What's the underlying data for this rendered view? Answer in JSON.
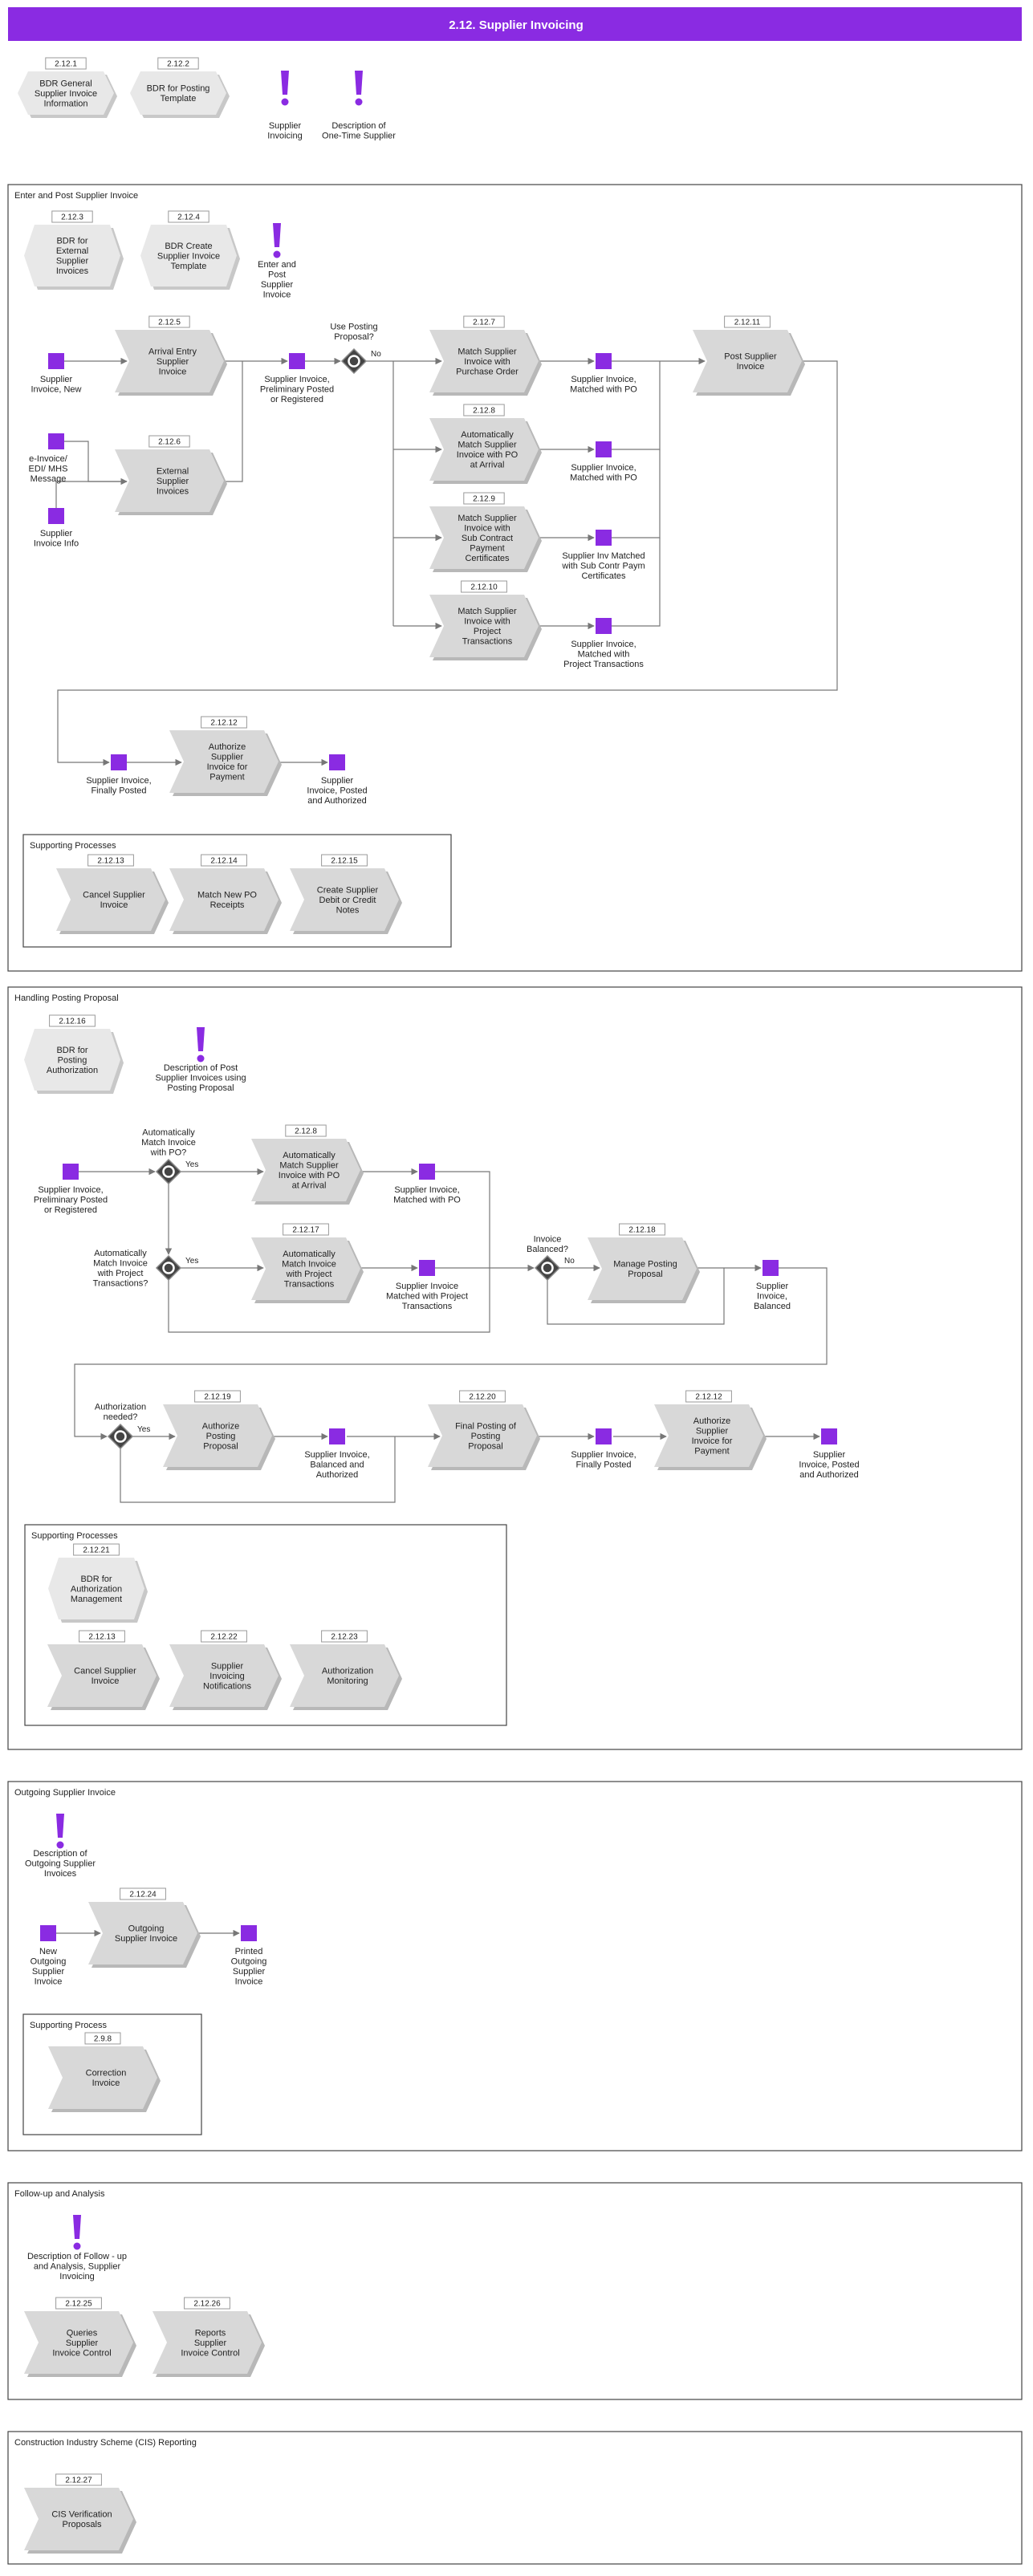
{
  "title": "2.12. Supplier Invoicing",
  "colors": {
    "banner": "#8a2be2",
    "banner_text": "#ffffff",
    "event": "#8a2be2",
    "exclaim": "#8a2be2",
    "process_fill": "#d8d8d8",
    "bdr_fill": "#e8e8e8",
    "line": "#777777",
    "section_border": "#444444"
  },
  "top": {
    "items": [
      {
        "code": "2.12.1",
        "text": [
          "BDR General",
          "Supplier Invoice",
          "Information"
        ]
      },
      {
        "code": "2.12.2",
        "text": [
          "BDR for Posting",
          "Template"
        ]
      }
    ],
    "notes": [
      {
        "text": [
          "Supplier",
          "Invoicing"
        ]
      },
      {
        "text": [
          "Description of",
          "One-Time Supplier"
        ]
      }
    ]
  },
  "sections": {
    "enter": {
      "title": "Enter and Post Supplier Invoice",
      "bdr": [
        {
          "code": "2.12.3",
          "text": [
            "BDR for",
            "External",
            "Supplier",
            "Invoices"
          ]
        },
        {
          "code": "2.12.4",
          "text": [
            "BDR Create",
            "Supplier Invoice",
            "Template"
          ]
        }
      ],
      "note": {
        "text": [
          "Enter and",
          "Post",
          "Supplier",
          "Invoice"
        ]
      },
      "processes": [
        {
          "code": "2.12.5",
          "text": [
            "Arrival Entry",
            "Supplier",
            "Invoice"
          ]
        },
        {
          "code": "2.12.6",
          "text": [
            "External",
            "Supplier",
            "Invoices"
          ]
        },
        {
          "code": "2.12.7",
          "text": [
            "Match Supplier",
            "Invoice with",
            "Purchase Order"
          ]
        },
        {
          "code": "2.12.8",
          "text": [
            "Automatically",
            "Match Supplier",
            "Invoice with PO",
            "at Arrival"
          ]
        },
        {
          "code": "2.12.9",
          "text": [
            "Match Supplier",
            "Invoice with",
            "Sub Contract",
            "Payment",
            "Certificates"
          ]
        },
        {
          "code": "2.12.10",
          "text": [
            "Match Supplier",
            "Invoice with",
            "Project",
            "Transactions"
          ]
        },
        {
          "code": "2.12.11",
          "text": [
            "Post Supplier",
            "Invoice"
          ]
        },
        {
          "code": "2.12.12",
          "text": [
            "Authorize",
            "Supplier",
            "Invoice for",
            "Payment"
          ]
        }
      ],
      "events": [
        {
          "text": [
            "Supplier",
            "Invoice, New"
          ]
        },
        {
          "text": [
            "e-Invoice/",
            "EDI/ MHS",
            "Message"
          ]
        },
        {
          "text": [
            "Supplier",
            "Invoice Info"
          ]
        },
        {
          "text": [
            "Supplier Invoice,",
            "Preliminary Posted",
            "or Registered"
          ]
        },
        {
          "text": [
            "Supplier Invoice,",
            "Matched with PO"
          ]
        },
        {
          "text": [
            "Supplier Invoice,",
            "Matched with PO"
          ]
        },
        {
          "text": [
            "Supplier Inv Matched",
            "with Sub Contr Paym",
            "Certificates"
          ]
        },
        {
          "text": [
            "Supplier Invoice,",
            "Matched with",
            "Project Transactions"
          ]
        },
        {
          "text": [
            "Supplier Invoice,",
            "Finally Posted"
          ]
        },
        {
          "text": [
            "Supplier",
            "Invoice, Posted",
            "and Authorized"
          ]
        }
      ],
      "gateway": {
        "text": [
          "Use Posting",
          "Proposal?"
        ],
        "no": "No"
      },
      "supporting": {
        "title": "Supporting Processes",
        "items": [
          {
            "code": "2.12.13",
            "text": [
              "Cancel Supplier",
              "Invoice"
            ]
          },
          {
            "code": "2.12.14",
            "text": [
              "Match New PO",
              "Receipts"
            ]
          },
          {
            "code": "2.12.15",
            "text": [
              "Create Supplier",
              "Debit or Credit",
              "Notes"
            ]
          }
        ]
      }
    },
    "handling": {
      "title": "Handling Posting Proposal",
      "bdr": {
        "code": "2.12.16",
        "text": [
          "BDR for",
          "Posting",
          "Authorization"
        ]
      },
      "note": {
        "text": [
          "Description of Post",
          "Supplier Invoices using",
          "Posting Proposal"
        ]
      },
      "processes": [
        {
          "code": "2.12.8",
          "text": [
            "Automatically",
            "Match Supplier",
            "Invoice with PO",
            "at Arrival"
          ]
        },
        {
          "code": "2.12.17",
          "text": [
            "Automatically",
            "Match Invoice",
            "with Project",
            "Transactions"
          ]
        },
        {
          "code": "2.12.18",
          "text": [
            "Manage Posting",
            "Proposal"
          ]
        },
        {
          "code": "2.12.19",
          "text": [
            "Authorize",
            "Posting",
            "Proposal"
          ]
        },
        {
          "code": "2.12.20",
          "text": [
            "Final Posting of",
            "Posting",
            "Proposal"
          ]
        },
        {
          "code": "2.12.12",
          "text": [
            "Authorize",
            "Supplier",
            "Invoice for",
            "Payment"
          ]
        }
      ],
      "events": [
        {
          "text": [
            "Supplier Invoice,",
            "Preliminary Posted",
            "or Registered"
          ]
        },
        {
          "text": [
            "Supplier Invoice,",
            "Matched with PO"
          ]
        },
        {
          "text": [
            "Supplier Invoice",
            "Matched with Project",
            "Transactions"
          ]
        },
        {
          "text": [
            "Supplier",
            "Invoice,",
            "Balanced"
          ]
        },
        {
          "text": [
            "Supplier Invoice,",
            "Balanced and",
            "Authorized"
          ]
        },
        {
          "text": [
            "Supplier Invoice,",
            "Finally Posted"
          ]
        },
        {
          "text": [
            "Supplier",
            "Invoice, Posted",
            "and Authorized"
          ]
        }
      ],
      "gateways": [
        {
          "text": [
            "Automatically",
            "Match Invoice",
            "with PO?"
          ],
          "yes": "Yes"
        },
        {
          "text": [
            "Automatically",
            "Match Invoice",
            "with Project",
            "Transactions?"
          ],
          "yes": "Yes"
        },
        {
          "text": [
            "Invoice",
            "Balanced?"
          ],
          "no": "No"
        },
        {
          "text": [
            "Authorization",
            "needed?"
          ],
          "yes": "Yes"
        }
      ],
      "supporting": {
        "title": "Supporting Processes",
        "bdr": {
          "code": "2.12.21",
          "text": [
            "BDR for",
            "Authorization",
            "Management"
          ]
        },
        "items": [
          {
            "code": "2.12.13",
            "text": [
              "Cancel Supplier",
              "Invoice"
            ]
          },
          {
            "code": "2.12.22",
            "text": [
              "Supplier",
              "Invoicing",
              "Notifications"
            ]
          },
          {
            "code": "2.12.23",
            "text": [
              "Authorization",
              "Monitoring"
            ]
          }
        ]
      }
    },
    "outgoing": {
      "title": "Outgoing Supplier Invoice",
      "note": {
        "text": [
          "Description of",
          "Outgoing Supplier",
          "Invoices"
        ]
      },
      "process": {
        "code": "2.12.24",
        "text": [
          "Outgoing",
          "Supplier Invoice"
        ]
      },
      "events": [
        {
          "text": [
            "New",
            "Outgoing",
            "Supplier",
            "Invoice"
          ]
        },
        {
          "text": [
            "Printed",
            "Outgoing",
            "Supplier",
            "Invoice"
          ]
        }
      ],
      "supporting": {
        "title": "Supporting Process",
        "item": {
          "code": "2.9.8",
          "text": [
            "Correction",
            "Invoice"
          ]
        }
      }
    },
    "followup": {
      "title": "Follow-up and Analysis",
      "note": {
        "text": [
          "Description of Follow - up",
          "and Analysis, Supplier",
          "Invoicing"
        ]
      },
      "items": [
        {
          "code": "2.12.25",
          "text": [
            "Queries",
            "Supplier",
            "Invoice Control"
          ]
        },
        {
          "code": "2.12.26",
          "text": [
            "Reports",
            "Supplier",
            "Invoice Control"
          ]
        }
      ]
    },
    "cis": {
      "title": "Construction Industry Scheme (CIS) Reporting",
      "item": {
        "code": "2.12.27",
        "text": [
          "CIS Verification",
          "Proposals"
        ]
      }
    }
  }
}
